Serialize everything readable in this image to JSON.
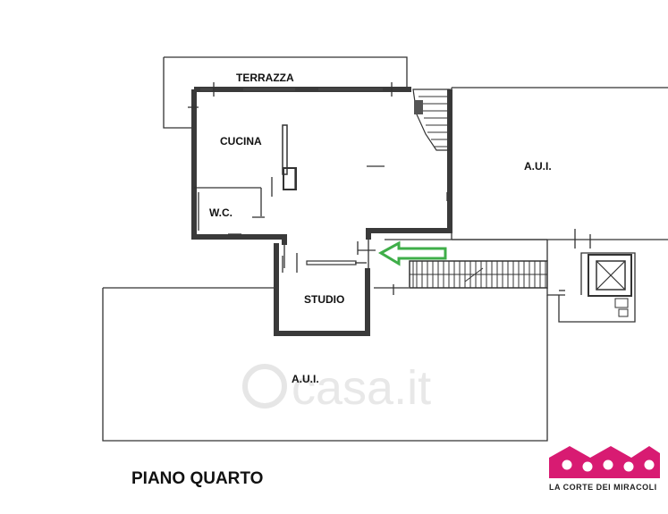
{
  "rooms": {
    "terrazza": "TERRAZZA",
    "cucina": "CUCINA",
    "wc": "W.C.",
    "studio": "STUDIO",
    "aui_right": "A.U.I.",
    "aui_bottom": "A.U.I."
  },
  "floor_title": "PIANO QUARTO",
  "watermark": "casa.it",
  "brand": {
    "name": "LA CORTE DEI MIRACOLI",
    "color": "#d81b72"
  },
  "colors": {
    "wall": "#3a3a3a",
    "arrow": "#3fae49"
  }
}
